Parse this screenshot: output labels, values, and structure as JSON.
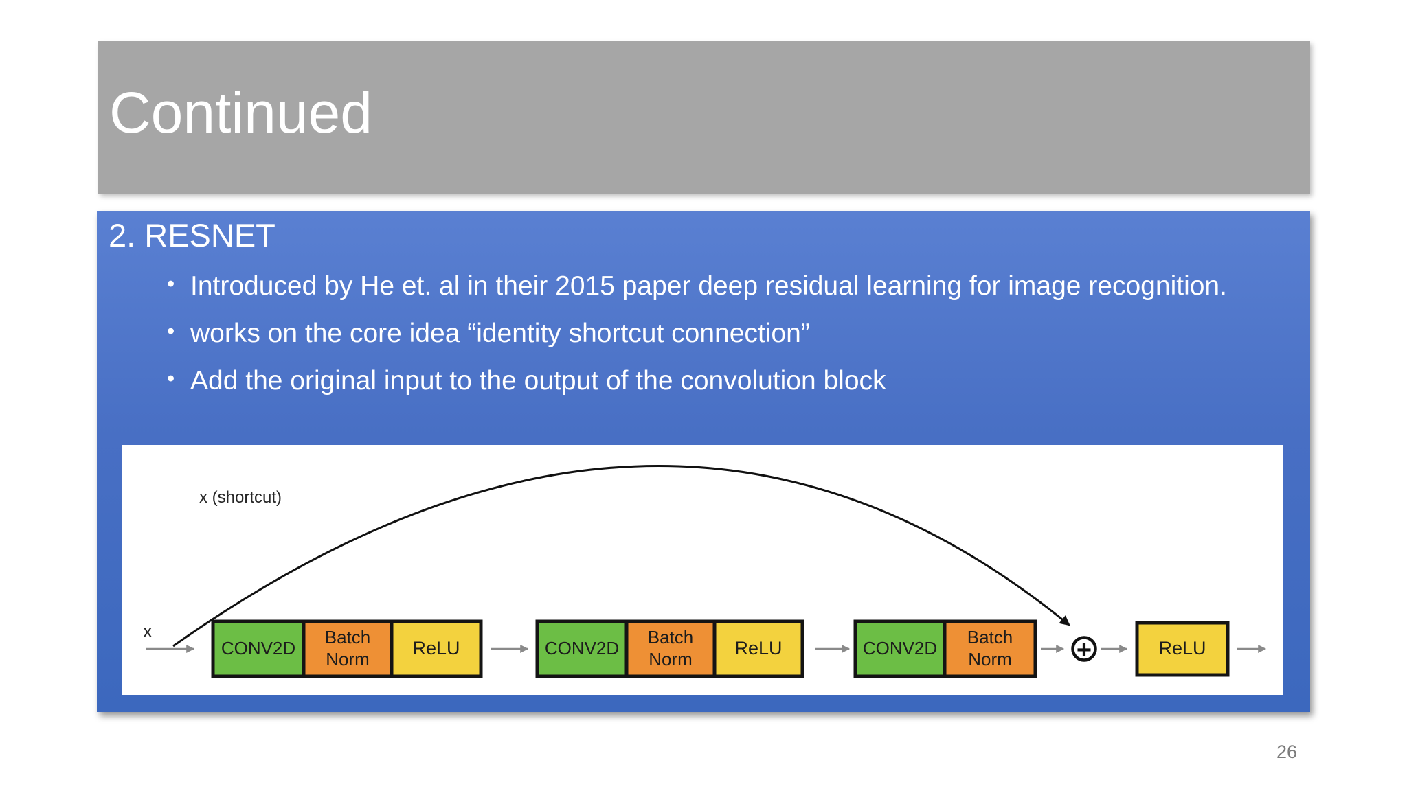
{
  "slide": {
    "title": "Continued",
    "page_number": "26"
  },
  "content": {
    "heading": "2. RESNET",
    "bullets": [
      "Introduced by He et. al in their 2015 paper deep residual learning for image recognition.",
      "works on the core idea “identity shortcut connection”",
      "Add the original input to the output of the convolution block"
    ]
  },
  "diagram": {
    "shortcut_label": "x (shortcut)",
    "input_label": "x",
    "add_symbol": "+",
    "labels": {
      "conv": "CONV2D",
      "batch": [
        "Batch",
        "Norm"
      ],
      "relu": "ReLU"
    },
    "blocks": [
      {
        "layers": [
          "CONV2D",
          "Batch Norm",
          "ReLU"
        ]
      },
      {
        "layers": [
          "CONV2D",
          "Batch Norm",
          "ReLU"
        ]
      },
      {
        "layers": [
          "CONV2D",
          "Batch Norm"
        ]
      }
    ],
    "final_layer": "ReLU",
    "flow": "x -> [CONV2D, Batch Norm, ReLU] -> [CONV2D, Batch Norm, ReLU] -> [CONV2D, Batch Norm] -> (+ shortcut x) -> ReLU ->"
  },
  "colors": {
    "header_gray": "#a6a6a6",
    "panel_blue_top": "#5a80d2",
    "panel_blue_bottom": "#3c68be",
    "conv_green": "#6cbe45",
    "batchnorm_orange": "#ee9035",
    "relu_yellow": "#f3d23e",
    "text_white": "#ffffff",
    "page_number_gray": "#7b7b7b"
  }
}
